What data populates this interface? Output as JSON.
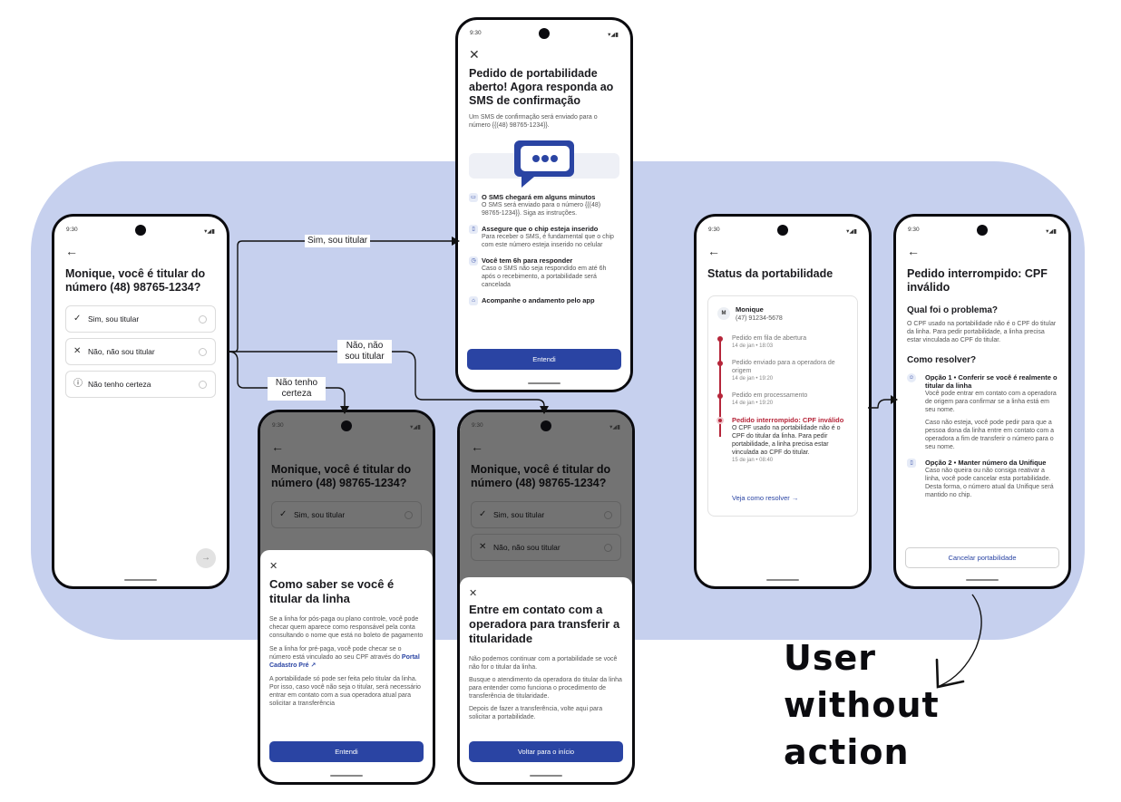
{
  "status_time": "9:30",
  "colors": {
    "brand": "#2a44a3",
    "bg_blob": "#c6d0ee",
    "error": "#b6263a"
  },
  "q": {
    "title": "Monique, você é titular do número (48) 98765-1234?",
    "options": [
      {
        "icon": "check-icon",
        "label": "Sim, sou titular"
      },
      {
        "icon": "x-icon",
        "label": "Não, não sou titular"
      },
      {
        "icon": "help-circle-icon",
        "label": "Não tenho certeza"
      }
    ]
  },
  "arrows": {
    "yes": "Sim, sou titular",
    "no_1": "Não, não",
    "no_2": "sou titular",
    "unsure_1": "Não tenho",
    "unsure_2": "certeza"
  },
  "sms": {
    "title": "Pedido de portabilidade aberto! Agora responda ao SMS de confirmação",
    "subtitle": "Um SMS de confirmação será enviado para o número {{(48) 98765-1234}}.",
    "items": [
      {
        "icon": "message-icon",
        "title": "O SMS chegará em alguns minutos",
        "text": "O SMS será enviado para o número {{(48) 98765-1234}}. Siga as instruções."
      },
      {
        "icon": "sim-card-icon",
        "title": "Assegure que o chip esteja inserido",
        "text": "Para receber o SMS, é fundamental que o chip com este número esteja inserido no celular"
      },
      {
        "icon": "clock-icon",
        "title": "Você tem 6h para responder",
        "text": "Caso o SMS não seja respondido em até 6h após o recebimento, a portabilidade será cancelada"
      },
      {
        "icon": "pin-icon",
        "title": "Acompanhe o andamento pelo app",
        "text": ""
      }
    ],
    "button": "Entendi"
  },
  "holder": {
    "title": "Como saber se você é titular da linha",
    "p1": "Se a linha for pós-paga ou plano controle, você pode checar quem aparece como responsável pela conta consultando o nome que está no boleto de pagamento",
    "p2a": "Se a linha for pré-paga, você pode checar se o número está vinculado ao seu CPF através do",
    "p2link": "Portal Cadastro Pré ↗",
    "p3": "A portabilidade só pode ser feita pelo titular da linha. Por isso, caso você não seja o titular, será necessário entrar em contato com a sua operadora atual para solicitar a transferência",
    "button": "Entendi"
  },
  "contact": {
    "title": "Entre em contato com a operadora para transferir a titularidade",
    "p1": "Não podemos continuar com a portabilidade se você não for o titular da linha.",
    "p2": "Busque o atendimento da operadora do titular da linha para entender como funciona o procedimento de transferência de titularidade.",
    "p3": "Depois de fazer a transferência, volte aqui para solicitar a portabilidade.",
    "button": "Voltar para o início"
  },
  "status": {
    "title": "Status da portabilidade",
    "avatar": "M",
    "name": "Monique",
    "phone": "(47) 91234-5678",
    "steps": [
      {
        "label": "Pedido em fila de abertura",
        "date": "14 de jan • 18:03"
      },
      {
        "label": "Pedido enviado para a operadora de origem",
        "date": "14 de jan • 19:20"
      },
      {
        "label": "Pedido em processamento",
        "date": "14 de jan • 19:20"
      }
    ],
    "error_title": "Pedido interrompido: CPF inválido",
    "error_text": "O CPF usado na portabilidade não é o CPF do titular da linha. Para pedir portabilidade, a linha precisa estar vinculada ao CPF do titular.",
    "error_date": "15 de jan • 08:40",
    "link": "Veja como resolver",
    "link_arrow": "→"
  },
  "interrupted": {
    "title": "Pedido interrompido: CPF inválido",
    "problem_h": "Qual foi o problema?",
    "problem_p": "O CPF usado na portabilidade não é o CPF do titular da linha. Para pedir portabilidade, a linha precisa estar vinculada ao CPF do titular.",
    "resolve_h": "Como resolver?",
    "opt1_title": "Opção 1 • Conferir se você é realmente o titular da linha",
    "opt1_p1": "Você pode entrar em contato com a operadora de origem para confirmar se a linha está em seu nome.",
    "opt1_p2": "Caso não esteja, você pode pedir para que a pessoa dona da linha entre em contato com a operadora a fim de transferir o número para o seu nome.",
    "opt2_title": "Opção 2 • Manter número da Unifique",
    "opt2_p": "Caso não queira ou não consiga reativar a linha, você pode cancelar esta portabilidade. Desta forma, o número atual da Unifique será mantido no chip.",
    "button": "Cancelar portabilidade"
  },
  "note": {
    "line1": "User",
    "line2": "without",
    "line3": "action"
  }
}
